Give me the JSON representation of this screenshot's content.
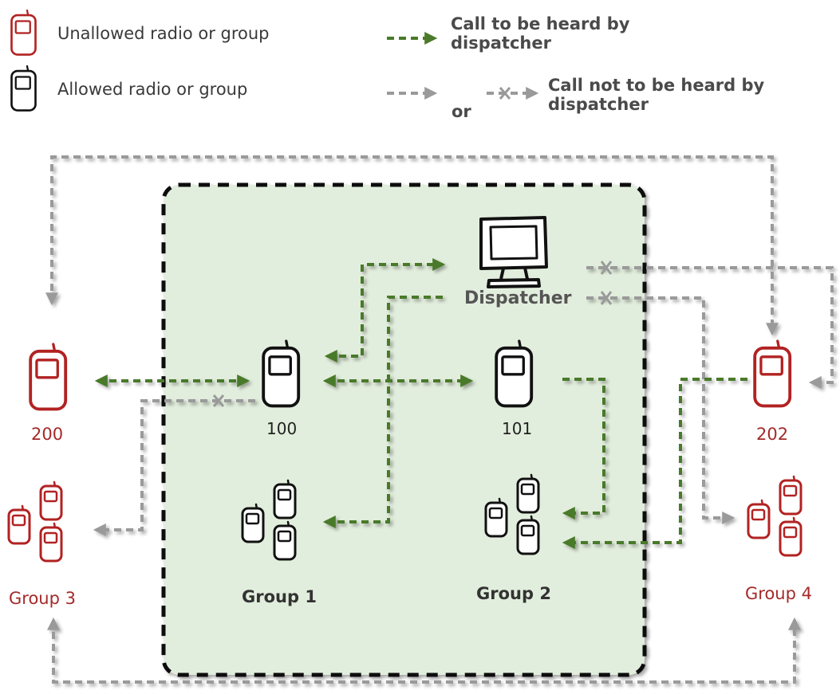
{
  "colors": {
    "unallowed": "#b22222",
    "allowed": "#111111",
    "heard": "#4a7a2a",
    "not_heard": "#9a9a9a",
    "zone_fill": "#e2eedd"
  },
  "legend": {
    "unallowed_label": "Unallowed radio or group",
    "allowed_label": "Allowed radio or group",
    "heard_label": "Call to be heard by\ndispatcher",
    "not_heard_or": "or",
    "not_heard_label": "Call not to be heard by\ndispatcher"
  },
  "nodes": {
    "dispatcher": "Dispatcher",
    "radio_100": "100",
    "radio_101": "101",
    "radio_200": "200",
    "radio_202": "202",
    "group_1": "Group 1",
    "group_2": "Group 2",
    "group_3": "Group 3",
    "group_4": "Group 4"
  },
  "icons": {
    "radio": "mobile-radio-icon",
    "group": "radio-group-icon",
    "dispatcher": "monitor-icon"
  }
}
